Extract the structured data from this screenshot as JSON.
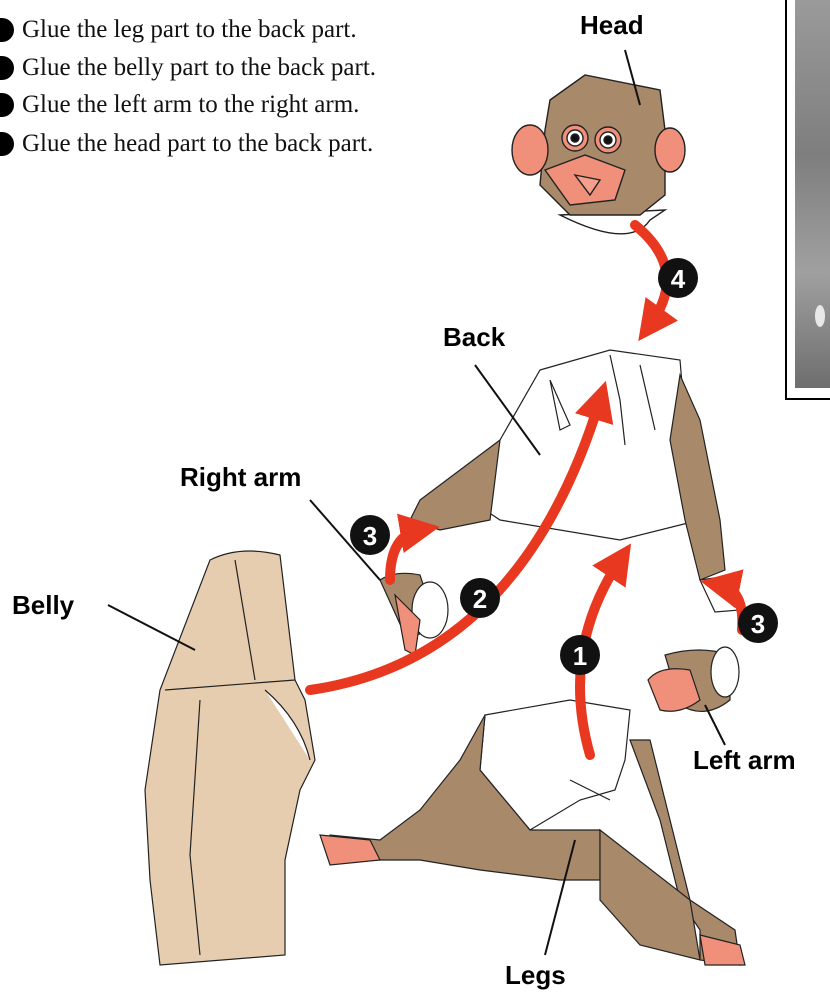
{
  "steps": [
    "Glue the leg part to the back part.",
    "Glue the belly part to the back part.",
    "Glue the left arm to the right arm.",
    "Glue the head part to the back part."
  ],
  "labels": {
    "head": "Head",
    "back": "Back",
    "right_arm": "Right arm",
    "belly": "Belly",
    "left_arm": "Left arm",
    "legs": "Legs"
  },
  "step_badges": [
    "1",
    "2",
    "3",
    "3",
    "4"
  ],
  "colors": {
    "fur": "#a8896a",
    "skin": "#f0907a",
    "belly": "#e7cdb0",
    "shirt": "#ffffff",
    "arrow": "#e8381f"
  }
}
